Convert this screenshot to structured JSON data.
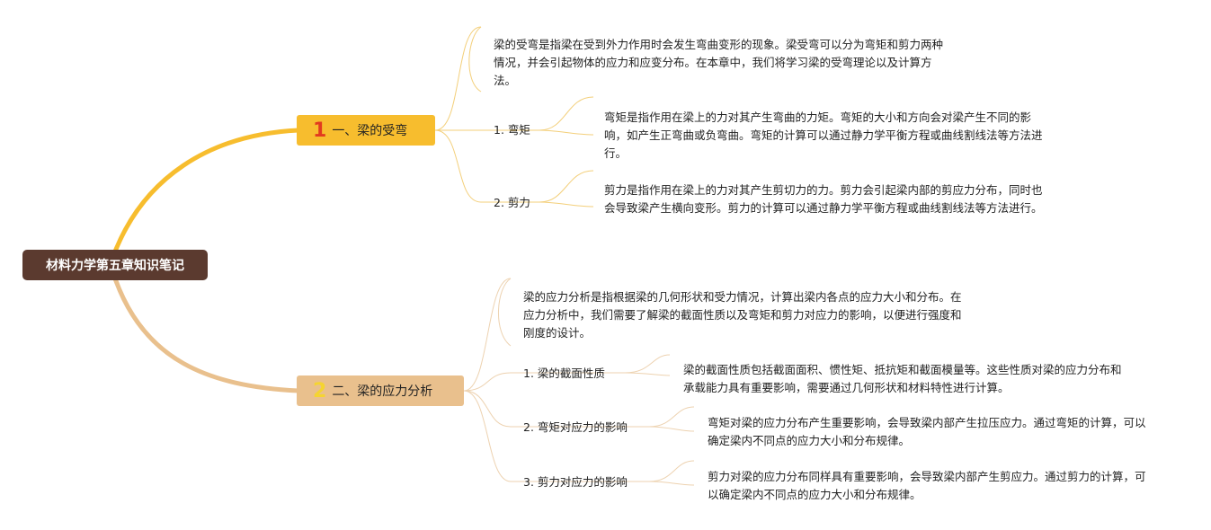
{
  "root": {
    "title": "材料力学第五章知识笔记"
  },
  "branches": [
    {
      "number": "1",
      "title": "一、梁的受弯",
      "color": "#f7bd2e",
      "number_color": "#e23a1f",
      "intro": "梁的受弯是指梁在受到外力作用时会发生弯曲变形的现象。梁受弯可以分为弯矩和剪力两种情况，并会引起物体的应力和应变分布。在本章中，我们将学习梁的受弯理论以及计算方法。",
      "items": [
        {
          "label": "1. 弯矩",
          "detail": "弯矩是指作用在梁上的力对其产生弯曲的力矩。弯矩的大小和方向会对梁产生不同的影响，如产生正弯曲或负弯曲。弯矩的计算可以通过静力学平衡方程或曲线割线法等方法进行。"
        },
        {
          "label": "2. 剪力",
          "detail": "剪力是指作用在梁上的力对其产生剪切力的力。剪力会引起梁内部的剪应力分布，同时也会导致梁产生横向变形。剪力的计算可以通过静力学平衡方程或曲线割线法等方法进行。"
        }
      ]
    },
    {
      "number": "2",
      "title": "二、梁的应力分析",
      "color": "#e9c08d",
      "number_color": "#f5d431",
      "intro": "梁的应力分析是指根据梁的几何形状和受力情况，计算出梁内各点的应力大小和分布。在应力分析中，我们需要了解梁的截面性质以及弯矩和剪力对应力的影响，以便进行强度和刚度的设计。",
      "items": [
        {
          "label": "1. 梁的截面性质",
          "detail": "梁的截面性质包括截面面积、惯性矩、抵抗矩和截面模量等。这些性质对梁的应力分布和承载能力具有重要影响，需要通过几何形状和材料特性进行计算。"
        },
        {
          "label": "2. 弯矩对应力的影响",
          "detail": "弯矩对梁的应力分布产生重要影响，会导致梁内部产生拉压应力。通过弯矩的计算，可以确定梁内不同点的应力大小和分布规律。"
        },
        {
          "label": "3. 剪力对应力的影响",
          "detail": "剪力对梁的应力分布同样具有重要影响，会导致梁内部产生剪应力。通过剪力的计算，可以确定梁内不同点的应力大小和分布规律。"
        }
      ]
    }
  ]
}
